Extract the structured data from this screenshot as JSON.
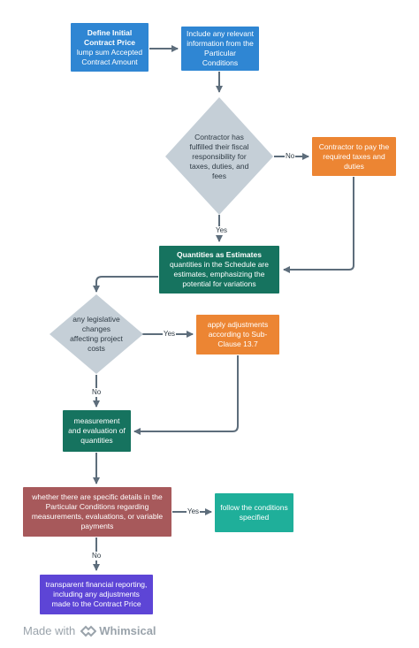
{
  "nodes": {
    "define_price_title": "Define Initial Contract Price",
    "define_price_body": "lump sum Accepted Contract Amount",
    "include_info": "Include any relevant information from the Particular Conditions",
    "fiscal_question": "Contractor has fulfilled their fiscal responsibility for taxes, duties, and fees",
    "pay_taxes": "Contractor to pay the required taxes and duties",
    "quantities_title": "Quantities as Estimates",
    "quantities_body": "quantities in the Schedule are estimates, emphasizing the potential for variations",
    "legislative_question": "any legislative changes affecting project costs",
    "apply_adjustments": "apply adjustments according to Sub-Clause 13.7",
    "measurement": "measurement and evaluation of quantities",
    "specific_details": "whether there are specific details in the Particular Conditions regarding measurements, evaluations, or variable payments",
    "follow_conditions": "follow the conditions specified",
    "transparent_reporting": "transparent financial reporting, including any adjustments made to the Contract Price"
  },
  "edge_labels": {
    "fiscal_no": "No",
    "fiscal_yes": "Yes",
    "legislative_yes": "Yes",
    "legislative_no": "No",
    "details_yes": "Yes",
    "details_no": "No"
  },
  "footer": {
    "made_with": "Made with",
    "brand": "Whimsical"
  },
  "colors": {
    "blue": "#2f86d3",
    "orange": "#ec8533",
    "green": "#16735f",
    "red": "#a7595b",
    "teal": "#1faf9a",
    "purple": "#5d45d6",
    "diamond": "#c5cfd7",
    "connector": "#5d6d7b"
  }
}
